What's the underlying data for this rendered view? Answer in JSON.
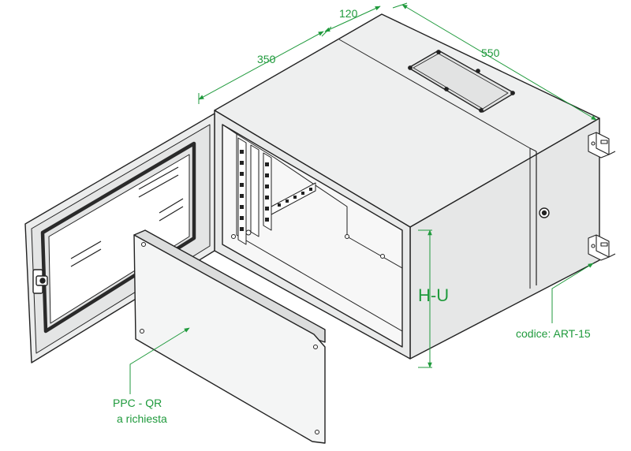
{
  "dimensions": {
    "depth_front": "350",
    "depth_rear": "120",
    "width": "550",
    "height": "H-U"
  },
  "labels": {
    "panel_code": "PPC - QR",
    "panel_note": "a richiesta",
    "product_code": "codice: ART-15"
  },
  "colors": {
    "dimension_green": "#1f9a3c",
    "line_black": "#222222",
    "body_fill": "#eceded",
    "panel_fill": "#f4f5f5"
  }
}
